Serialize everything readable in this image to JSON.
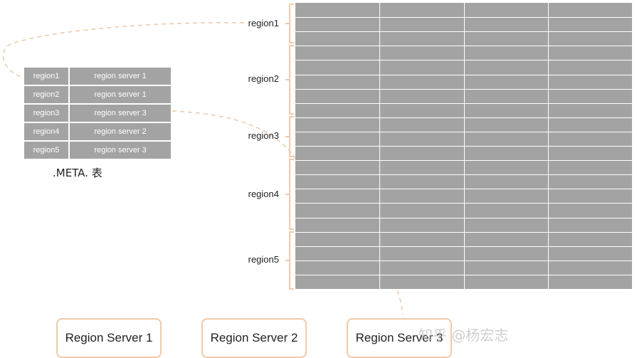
{
  "meta_table": {
    "title": ".META. 表",
    "rows": [
      {
        "region": "region1",
        "server": "region server 1"
      },
      {
        "region": "region2",
        "server": "region server 1"
      },
      {
        "region": "region3",
        "server": "region server 3"
      },
      {
        "region": "region4",
        "server": "region server 2"
      },
      {
        "region": "region5",
        "server": "region server 3"
      }
    ]
  },
  "regions": [
    "region1",
    "region2",
    "region3",
    "region4",
    "region5"
  ],
  "grid": {
    "rows": 20,
    "columns": 4
  },
  "servers": [
    "Region Server 1",
    "Region Server 2",
    "Region Server 3"
  ],
  "watermark": "知乎 @杨宏志",
  "colors": {
    "cell": "#a3a3a3",
    "bracket": "#f1c9a9",
    "dash": "#e8c9a8"
  }
}
